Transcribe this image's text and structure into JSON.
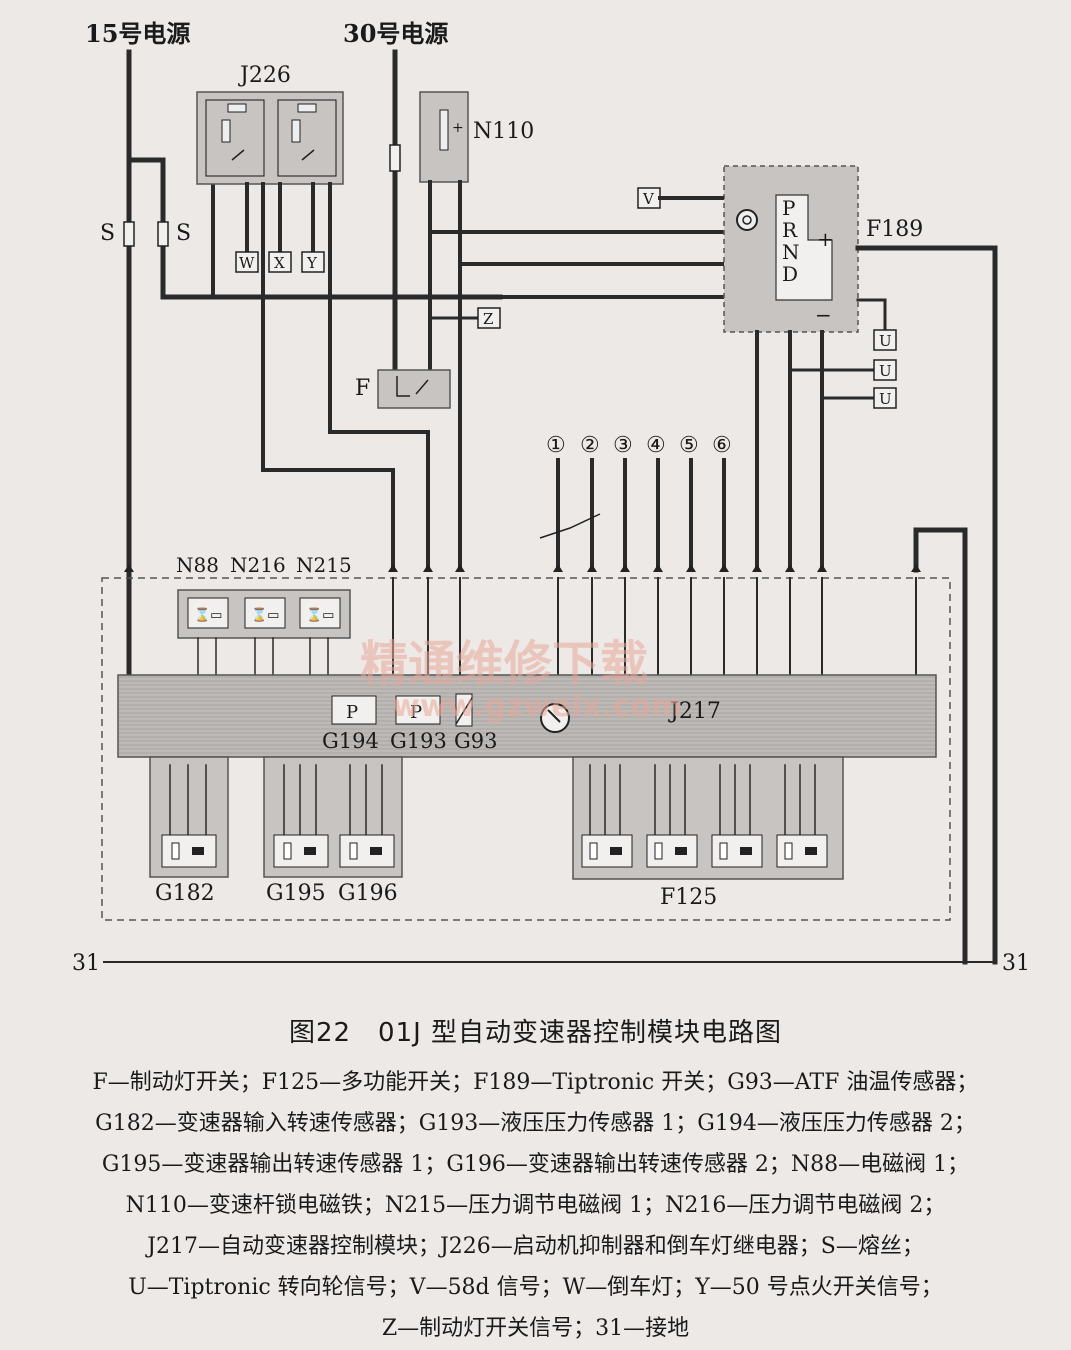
{
  "diagram": {
    "power_15": "15号电源",
    "power_30": "30号电源",
    "ground": "31",
    "components": {
      "J226": "J226",
      "N110": "N110",
      "F189": "F189",
      "F": "F",
      "N88": "N88",
      "N216": "N216",
      "N215": "N215",
      "G194": "G194",
      "G193": "G193",
      "G93": "G93",
      "J217": "J217",
      "G182": "G182",
      "G195": "G195",
      "G196": "G196",
      "F125": "F125",
      "S": "S"
    },
    "sensor_glyph_P": "P",
    "gear_letters": [
      "P",
      "R",
      "N",
      "D"
    ],
    "tiptronic_plus": "+",
    "tiptronic_minus": "−",
    "signal_tags": {
      "V": "V",
      "W": "W",
      "X": "X",
      "Y": "Y",
      "Z": "Z",
      "U": "U"
    },
    "numbered_terminals": [
      "①",
      "②",
      "③",
      "④",
      "⑤",
      "⑥"
    ],
    "watermark_cn": "精通维修下载",
    "watermark_url": "www.gzweix.com"
  },
  "caption": "图22　01J 型自动变速器控制模块电路图",
  "legend_lines": [
    "F—制动灯开关；F125—多功能开关；F189—Tiptronic 开关；G93—ATF 油温传感器；",
    "G182—变速器输入转速传感器；G193—液压压力传感器 1；G194—液压压力传感器 2；",
    "G195—变速器输出转速传感器 1；G196—变速器输出转速传感器 2；N88—电磁阀 1；",
    "N110—变速杆锁电磁铁；N215—压力调节电磁阀 1；N216—压力调节电磁阀 2；",
    "J217—自动变速器控制模块；J226—启动机抑制器和倒车灯继电器；S—熔丝；",
    "U—Tiptronic 转向轮信号；V—58d 信号；W—倒车灯；Y—50 号点火开关信号；",
    "Z—制动灯开关信号；31—接地"
  ]
}
